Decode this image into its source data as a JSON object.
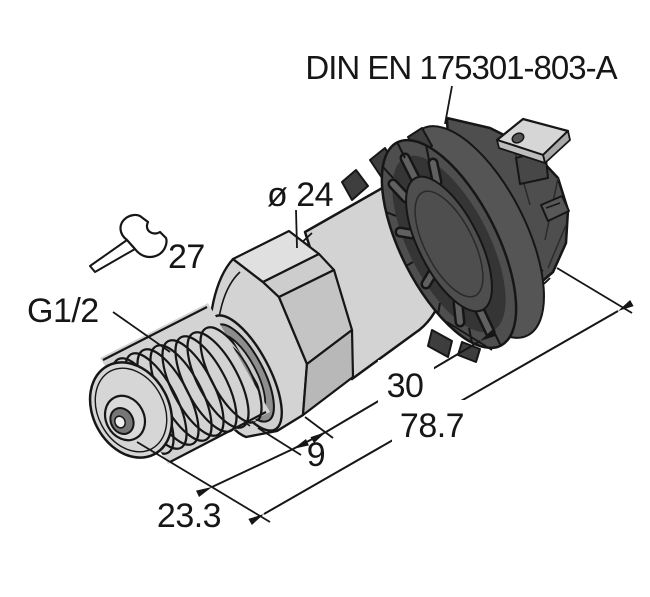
{
  "drawing": {
    "type": "technical-dimension-drawing",
    "subject": "pressure-transmitter-with-DIN-plug",
    "background": "#ffffff",
    "stroke_color": "#161616",
    "metal_color": "#d3d3d3",
    "connector_color": "#4e4e4e",
    "seal_color": "#8d8d8d",
    "labels": {
      "connector_standard": "DIN EN 175301-803-A",
      "body_diameter": "ø 24",
      "wrench_size": "27",
      "process_connection": "G1/2"
    },
    "dimensions": {
      "thread_length": "23.3",
      "hex_seal_length": "9",
      "housing_length": "30",
      "total_length": "78.7"
    },
    "icons": {
      "wrench": "wrench-icon"
    }
  }
}
